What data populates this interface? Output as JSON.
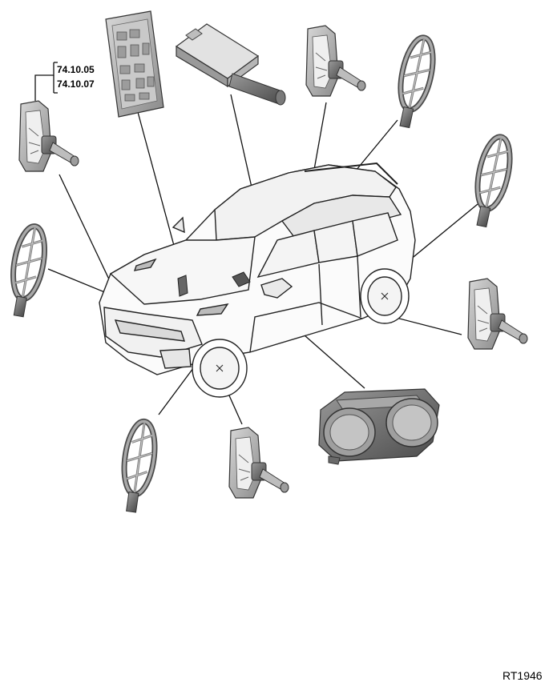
{
  "reference_codes": [
    "74.10.05",
    "74.10.07"
  ],
  "figure_id": "RT1946",
  "components": [
    "central-junction-box",
    "tpms-receiver-module",
    "instrument-cluster",
    "front-left-wheel-valve-sensor",
    "front-right-wheel-valve-sensor",
    "rear-left-wheel-valve-sensor",
    "rear-right-wheel-valve-sensor",
    "front-left-initiator-antenna",
    "front-right-initiator-antenna",
    "rear-left-initiator-antenna",
    "rear-right-initiator-antenna"
  ]
}
